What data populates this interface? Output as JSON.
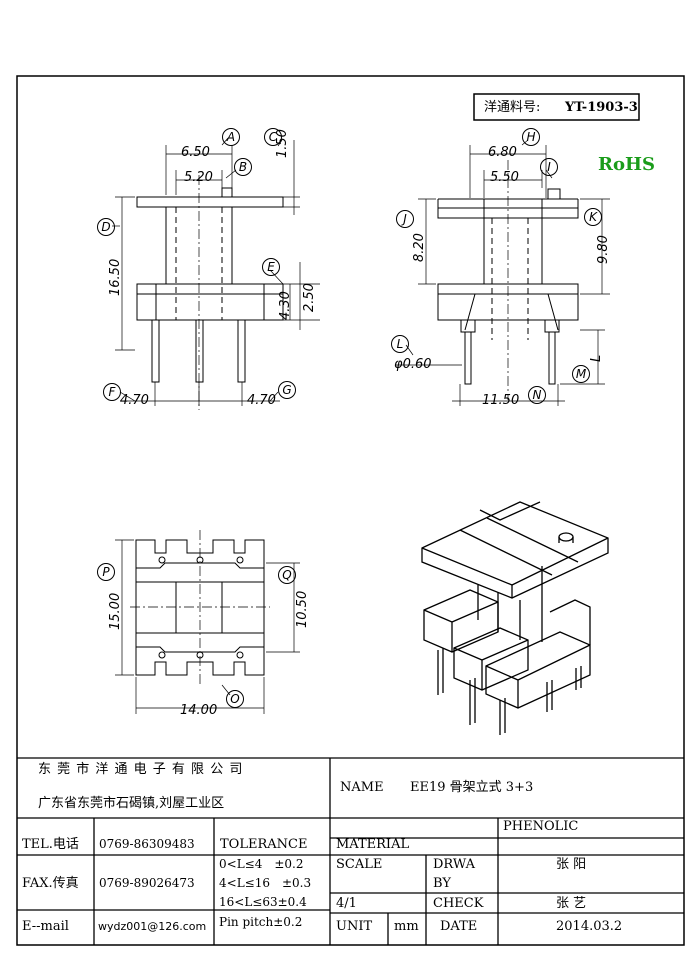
{
  "part_no": {
    "label": "洋通料号:",
    "value": "YT-1903-3"
  },
  "rohs": {
    "text": "RoHS",
    "color": "#1a9c1a"
  },
  "front_view": {
    "dims": [
      "6.50",
      "5.20",
      "1.50",
      "16.50",
      "4.30",
      "2.50",
      "4.70",
      "4.70"
    ],
    "markers": [
      "A",
      "B",
      "C",
      "D",
      "E",
      "F",
      "G"
    ]
  },
  "side_view": {
    "dims": [
      "6.80",
      "5.50",
      "8.20",
      "9.80",
      "φ0.60",
      "11.50",
      "L"
    ],
    "markers": [
      "H",
      "I",
      "J",
      "K",
      "L",
      "M",
      "N"
    ]
  },
  "bottom_view": {
    "dims": [
      "15.00",
      "10.50",
      "14.00"
    ],
    "markers": [
      "P",
      "Q",
      "O"
    ]
  },
  "title_block": {
    "company": "东 莞 市 洋 通 电 子 有 限 公 司",
    "address": "广东省东莞市石碣镇,刘屋工业区",
    "name_label": "NAME",
    "name_value": "EE19 骨架立式 3+3",
    "tel_label": "TEL.电话",
    "tel_value": "0769-86309483",
    "fax_label": "FAX.传真",
    "fax_value": "0769-89026473",
    "email_label": "E--mail",
    "email_value": "wydz001@126.com",
    "tolerance_label": "TOLERANCE",
    "tolerances": [
      "0<L≤4　±0.2",
      "4<L≤16　±0.3",
      "16<L≤63±0.4",
      "Pin pitch±0.2"
    ],
    "material_label": "MATERIAL",
    "material_value": "PHENOLIC",
    "scale_label": "SCALE",
    "scale_value": "4/1",
    "drawn_label_1": "DRWA",
    "drawn_label_2": "BY",
    "drawn_value": "张 阳",
    "check_label": "CHECK",
    "check_value": "张 艺",
    "unit_label": "UNIT",
    "unit_value": "mm",
    "date_label": "DATE",
    "date_value": "2014.03.2"
  }
}
